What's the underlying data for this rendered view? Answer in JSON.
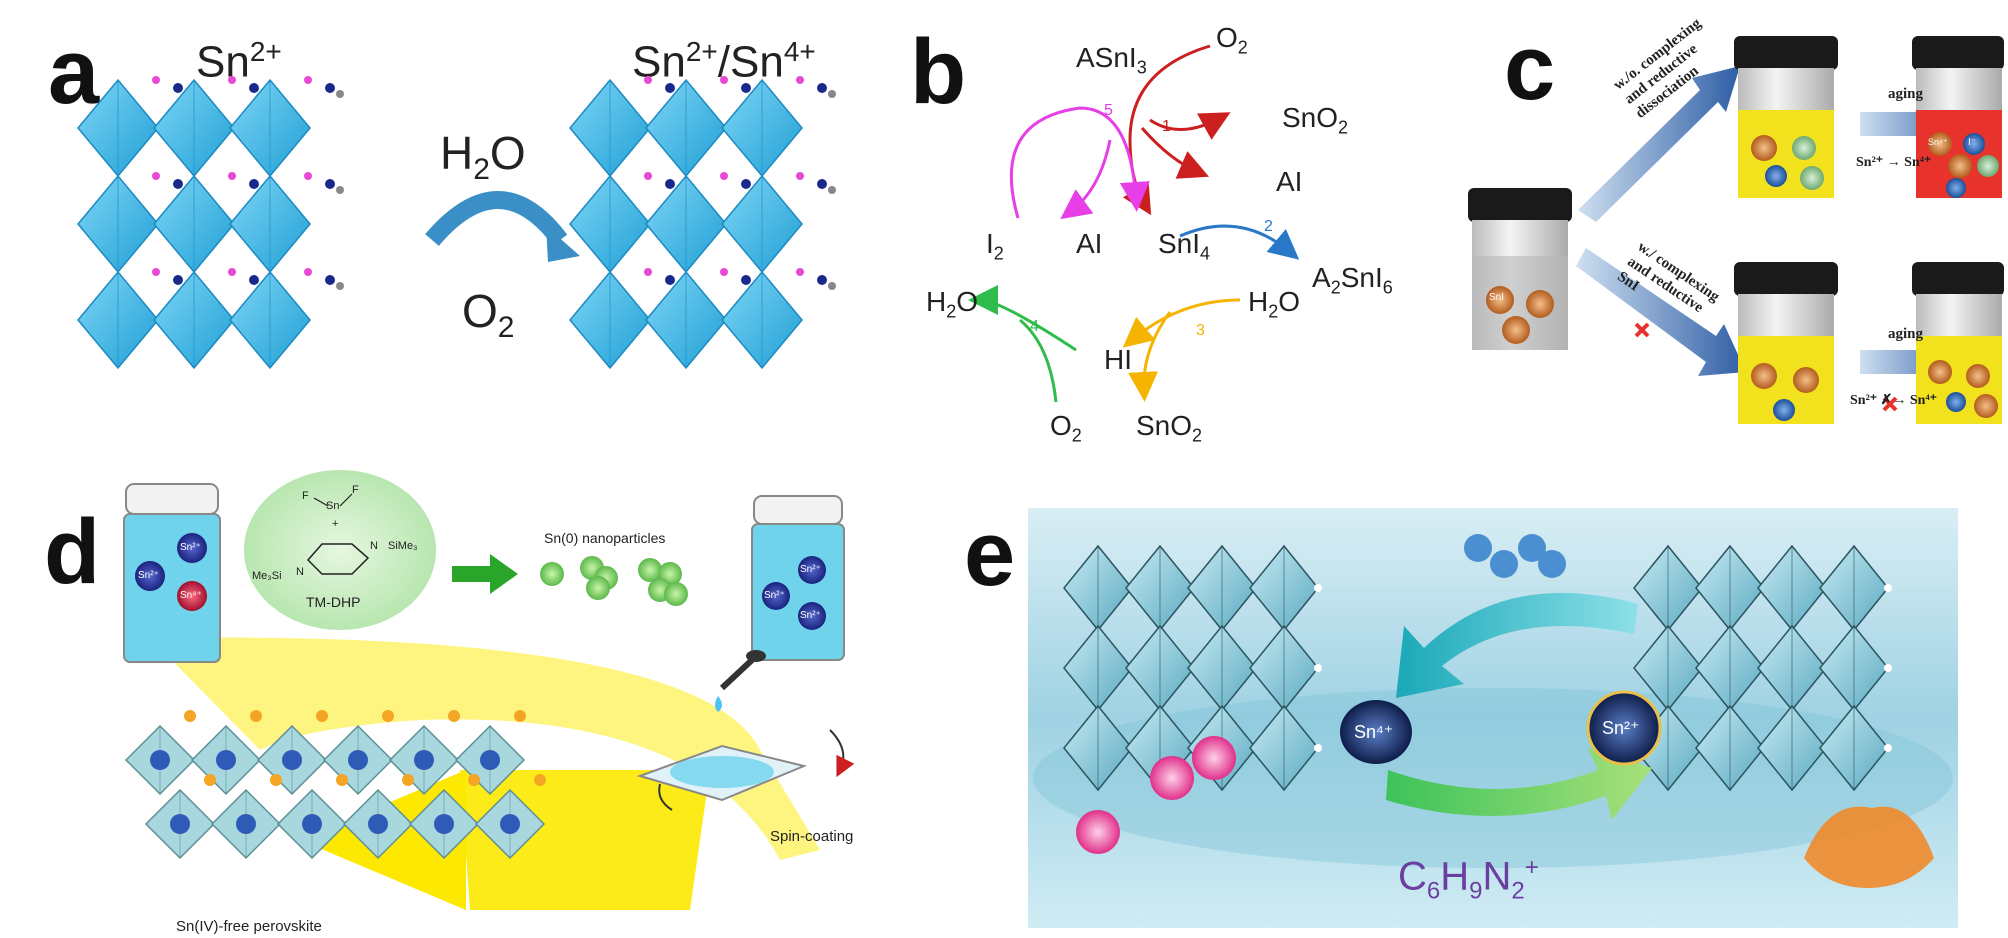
{
  "panels": {
    "a": {
      "label": "a",
      "left_title_base": "Sn",
      "left_title_sup": "2+",
      "right_title_base1": "Sn",
      "right_title_sup1": "2+",
      "right_title_sep": "/Sn",
      "right_title_sup2": "4+",
      "water": "H",
      "water_sub": "2",
      "water_end": "O",
      "oxygen": "O",
      "oxygen_sub": "2"
    },
    "b": {
      "label": "b",
      "species": {
        "asni3_a": "ASnI",
        "asni3_sub": "3",
        "o2_top": "O",
        "o2_top_sub": "2",
        "sno2_top": "SnO",
        "sno2_top_sub": "2",
        "ai_right": "AI",
        "i2": "I",
        "i2_sub": "2",
        "ai_mid": "AI",
        "sni4": "SnI",
        "sni4_sub": "4",
        "a2sni6_a": "A",
        "a2sni6_sub1": "2",
        "a2sni6_mid": "SnI",
        "a2sni6_sub2": "6",
        "h2o_left": "H",
        "h2o_left_sub": "2",
        "h2o_left_end": "O",
        "h2o_right": "H",
        "h2o_right_sub": "2",
        "h2o_right_end": "O",
        "hi": "HI",
        "o2_bottom": "O",
        "o2_bottom_sub": "2",
        "sno2_bottom": "SnO",
        "sno2_bottom_sub": "2"
      },
      "steps": [
        "1",
        "2",
        "3",
        "4",
        "5"
      ],
      "colors": {
        "step1": "#cc1f1f",
        "step2": "#2a78c8",
        "step3": "#f4b400",
        "step4": "#2ebd4a",
        "step5": "#e83ee8"
      }
    },
    "c": {
      "label": "c",
      "top_arrow_line1": "w./o. complexing",
      "top_arrow_line2": "and reductive",
      "top_arrow_line3": "dissociation",
      "bottom_arrow_line1": "w./ complexing",
      "bottom_arrow_line2": "and reductive",
      "bottom_arrow_line3": "SnI",
      "aging_top": "aging",
      "aging_bottom": "aging",
      "top_reaction": "Sn²⁺ → Sn⁴⁺",
      "bottom_reaction": "Sn²⁺ ✗→ Sn⁴⁺",
      "ball_sni": "SnI",
      "ball_i": "I⁻",
      "ball_sn4": "Sn⁴⁺",
      "ball_sn": "Sn"
    },
    "d": {
      "label": "d",
      "sn2_a": "Sn²⁺",
      "sn2_b": "Sn²⁺",
      "sn4": "Sn⁴⁺",
      "sn2_c": "Sn²⁺",
      "sn2_d": "Sn²⁺",
      "sn2_e": "Sn²⁺",
      "reagent_name": "TM-DHP",
      "f1": "F",
      "f2": "F",
      "sn_atom": "Sn",
      "plus": "+",
      "n1": "N",
      "n2": "N",
      "sime3": "SiMe₃",
      "me3si": "Me₃Si",
      "nanoparticles": "Sn(0) nanoparticles",
      "spin": "Spin-coating",
      "perovskite": "Sn(IV)-free perovskite"
    },
    "e": {
      "label": "e",
      "sn4": "Sn⁴⁺",
      "sn2": "Sn²⁺",
      "cation_c": "C",
      "cation_c_sub": "6",
      "cation_h": "H",
      "cation_h_sub": "9",
      "cation_n": "N",
      "cation_n_sub": "2",
      "cation_sup": "+"
    }
  },
  "colors": {
    "octahedron_blue": "#3cb7e6",
    "octahedron_teal": "#8fc9d4",
    "yellow_solution": "#f2e21d",
    "red_solution": "#e8332c",
    "arrow_blue": "#3f6fb4",
    "panel_e_bg": "#bfe3ef",
    "cation_purple": "#6b3fa0"
  }
}
